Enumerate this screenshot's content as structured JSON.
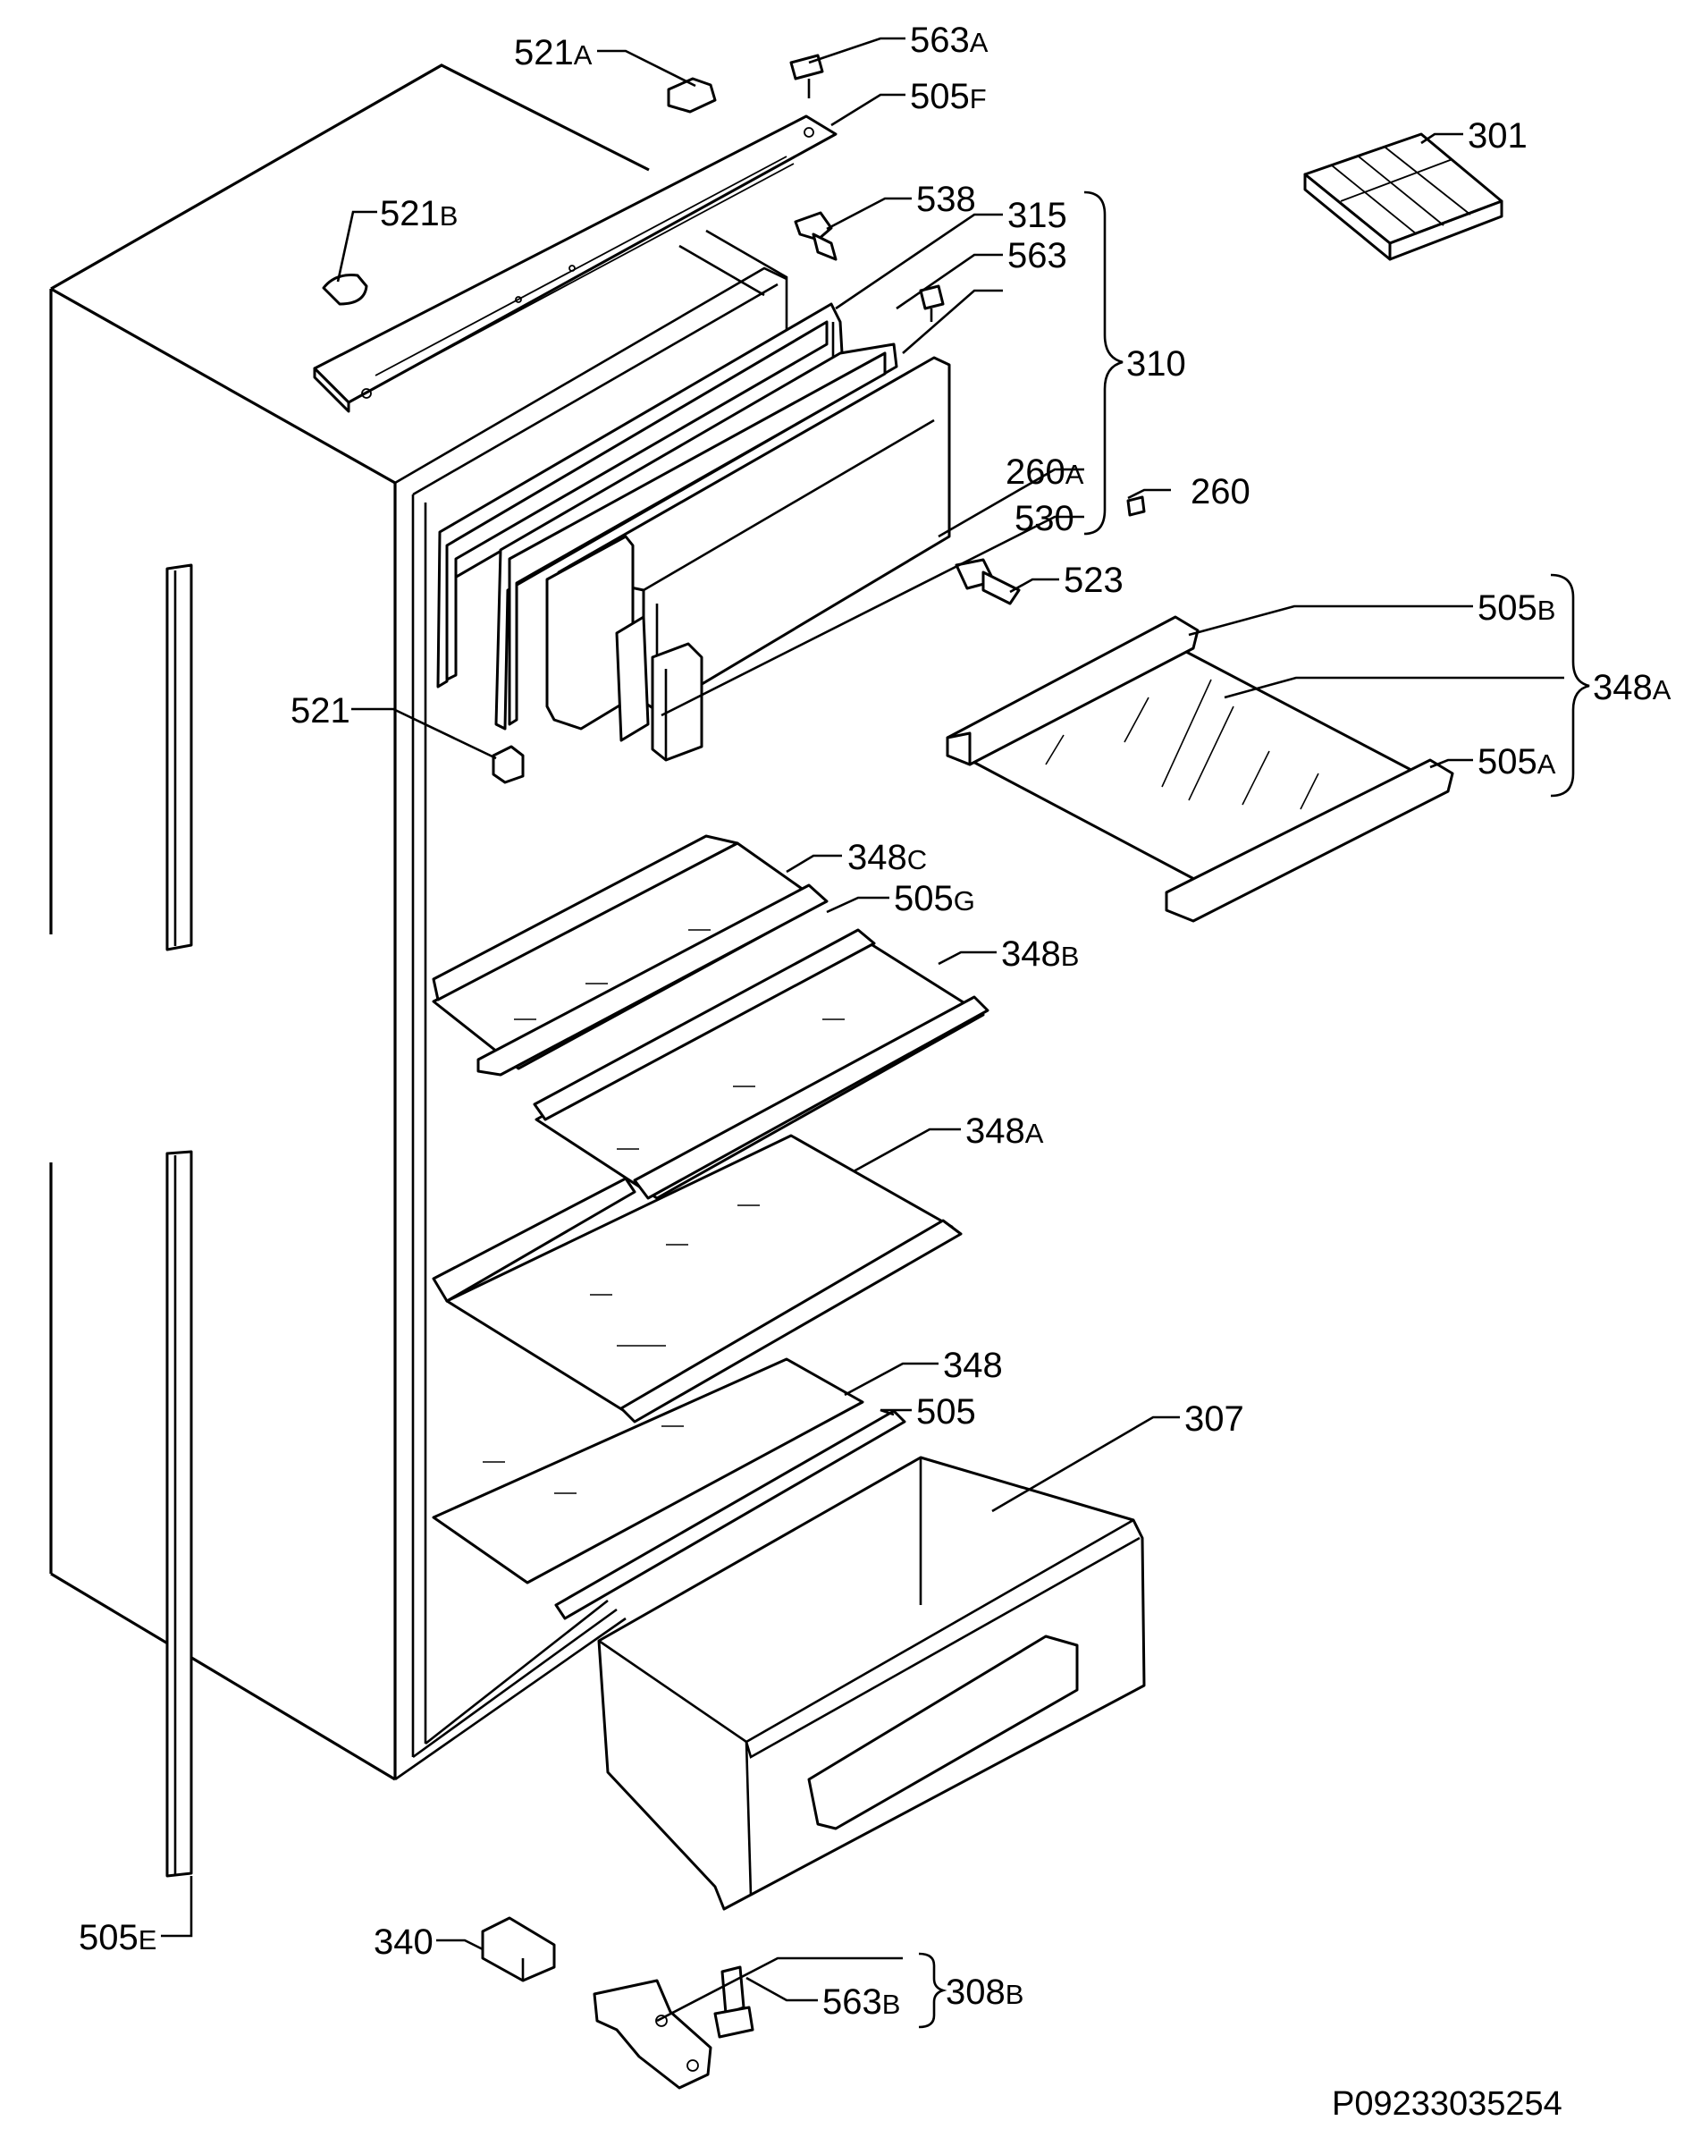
{
  "drawing_code": "P09233035254",
  "labels": {
    "p521A": "521",
    "p521A_s": "A",
    "p563A": "563",
    "p563A_s": "A",
    "p505F": "505",
    "p505F_s": "F",
    "p521B": "521",
    "p521B_s": "B",
    "p538": "538",
    "p315": "315",
    "p563": "563",
    "p310": "310",
    "p260A": "260",
    "p260A_s": "A",
    "p260": "260",
    "p530": "530",
    "p523": "523",
    "p301": "301",
    "p521": "521",
    "p505B": "505",
    "p505B_s": "B",
    "p348A_r": "348",
    "p348A_r_s": "A",
    "p505A": "505",
    "p505A_s": "A",
    "p348C": "348",
    "p348C_s": "C",
    "p505G": "505",
    "p505G_s": "G",
    "p348B": "348",
    "p348B_s": "B",
    "p348A": "348",
    "p348A_s": "A",
    "p348": "348",
    "p505": "505",
    "p307": "307",
    "p505E": "505",
    "p505E_s": "E",
    "p340": "340",
    "p563B": "563",
    "p563B_s": "B",
    "p308B": "308",
    "p308B_s": "B"
  }
}
